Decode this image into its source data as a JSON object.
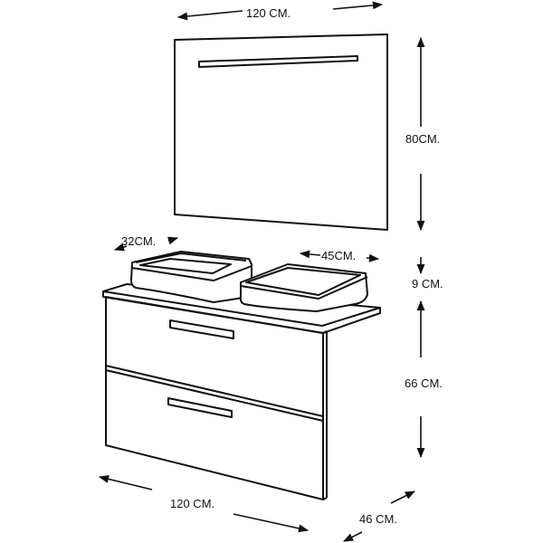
{
  "dimensions": {
    "mirror_width": "120 CM.",
    "mirror_height": "80CM.",
    "sink_depth": "32CM.",
    "sink_width": "45CM.",
    "sink_height": "9 CM.",
    "cabinet_height": "66 CM.",
    "cabinet_width": "120 CM.",
    "cabinet_depth": "46 CM."
  },
  "colors": {
    "stroke": "#111111",
    "background": "#ffffff"
  }
}
